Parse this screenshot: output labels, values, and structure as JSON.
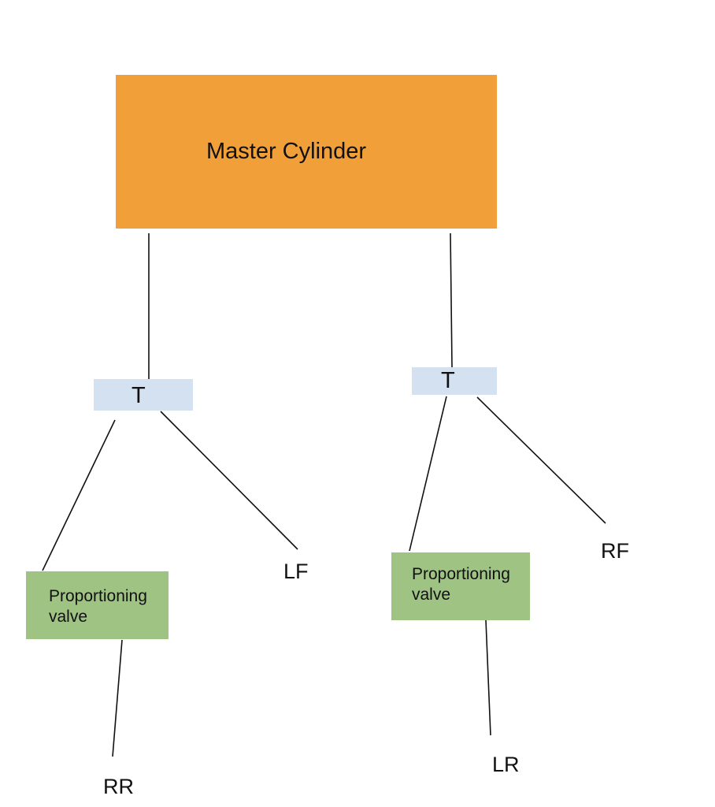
{
  "colors": {
    "master_cylinder": "#f19f38",
    "tee": "#d4e1f0",
    "valve": "#9ec383",
    "line": "#111111"
  },
  "master_cylinder": {
    "label": "Master Cylinder"
  },
  "tees": {
    "left": "T",
    "right": "T"
  },
  "valves": {
    "left": {
      "line1": "Proportioning",
      "line2": "valve"
    },
    "right": {
      "line1": "Proportioning",
      "line2": "valve"
    }
  },
  "wheels": {
    "lf": "LF",
    "rf": "RF",
    "rr": "RR",
    "lr": "LR"
  }
}
